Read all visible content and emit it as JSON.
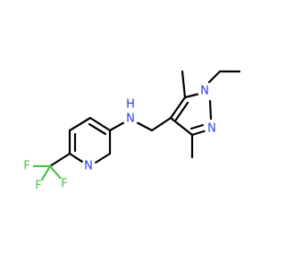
{
  "molecule": {
    "atoms": {
      "amine_n": "N",
      "amine_h": "H",
      "pyridine_n": "N",
      "pyrazole_n1": "N",
      "pyrazole_n2": "N",
      "fluorine_1": "F",
      "fluorine_2": "F",
      "fluorine_3": "F"
    },
    "colors": {
      "nitrogen": "#2b3cf0",
      "fluorine": "#4cc44c",
      "carbon": "#000000"
    }
  }
}
